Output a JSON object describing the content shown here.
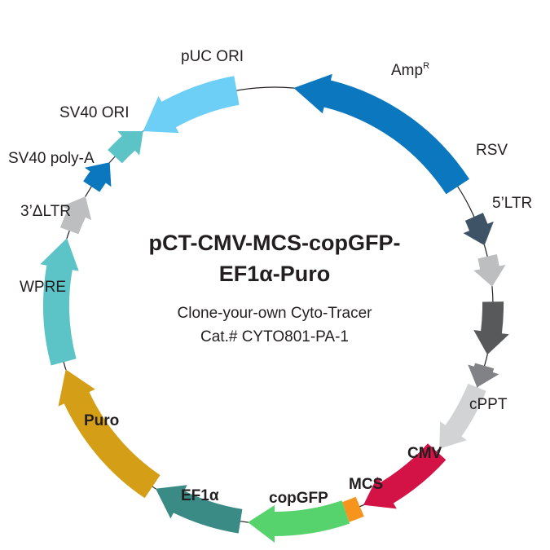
{
  "plasmid": {
    "title_line1": "pCT-CMV-MCS-copGFP-",
    "title_line2": "EF1α-Puro",
    "subtitle_line1": "Clone-your-own Cyto-Tracer",
    "subtitle_line2": "Cat.# CYTO801-PA-1"
  },
  "features": [
    {
      "id": "ampr",
      "label": "Amp",
      "sup": "R",
      "color": "#0a77be",
      "bold": false
    },
    {
      "id": "rsv",
      "label": "RSV",
      "color": "#3e5366",
      "bold": false
    },
    {
      "id": "5ltr",
      "label": "5’LTR",
      "color": "#bcbec0",
      "bold": false
    },
    {
      "id": "gag",
      "label": "",
      "color": "#58595b",
      "bold": false
    },
    {
      "id": "rre",
      "label": "",
      "color": "#808285",
      "bold": false
    },
    {
      "id": "cppt",
      "label": "cPPT",
      "color": "#d1d3d4",
      "bold": false
    },
    {
      "id": "cmv",
      "label": "CMV",
      "color": "#d31245",
      "bold": true
    },
    {
      "id": "mcs",
      "label": "MCS",
      "color": "#f7941d",
      "bold": true
    },
    {
      "id": "copgfp",
      "label": "copGFP",
      "color": "#56d36c",
      "bold": true
    },
    {
      "id": "ef1a",
      "label": "EF1α",
      "color": "#3a8a85",
      "bold": true
    },
    {
      "id": "puro",
      "label": "Puro",
      "color": "#d49f16",
      "bold": true
    },
    {
      "id": "wpre",
      "label": "WPRE",
      "color": "#5cc4c6",
      "bold": false
    },
    {
      "id": "3ltr",
      "label": "3’ΔLTR",
      "color": "#bcbec0",
      "bold": false
    },
    {
      "id": "sv40polya",
      "label": "SV40 poly-A",
      "color": "#0a77be",
      "bold": false
    },
    {
      "id": "sv40ori",
      "label": "SV40 ORI",
      "color": "#5cc4c6",
      "bold": false
    },
    {
      "id": "puc",
      "label": "pUC ORI",
      "color": "#6dcff6",
      "bold": false
    }
  ]
}
